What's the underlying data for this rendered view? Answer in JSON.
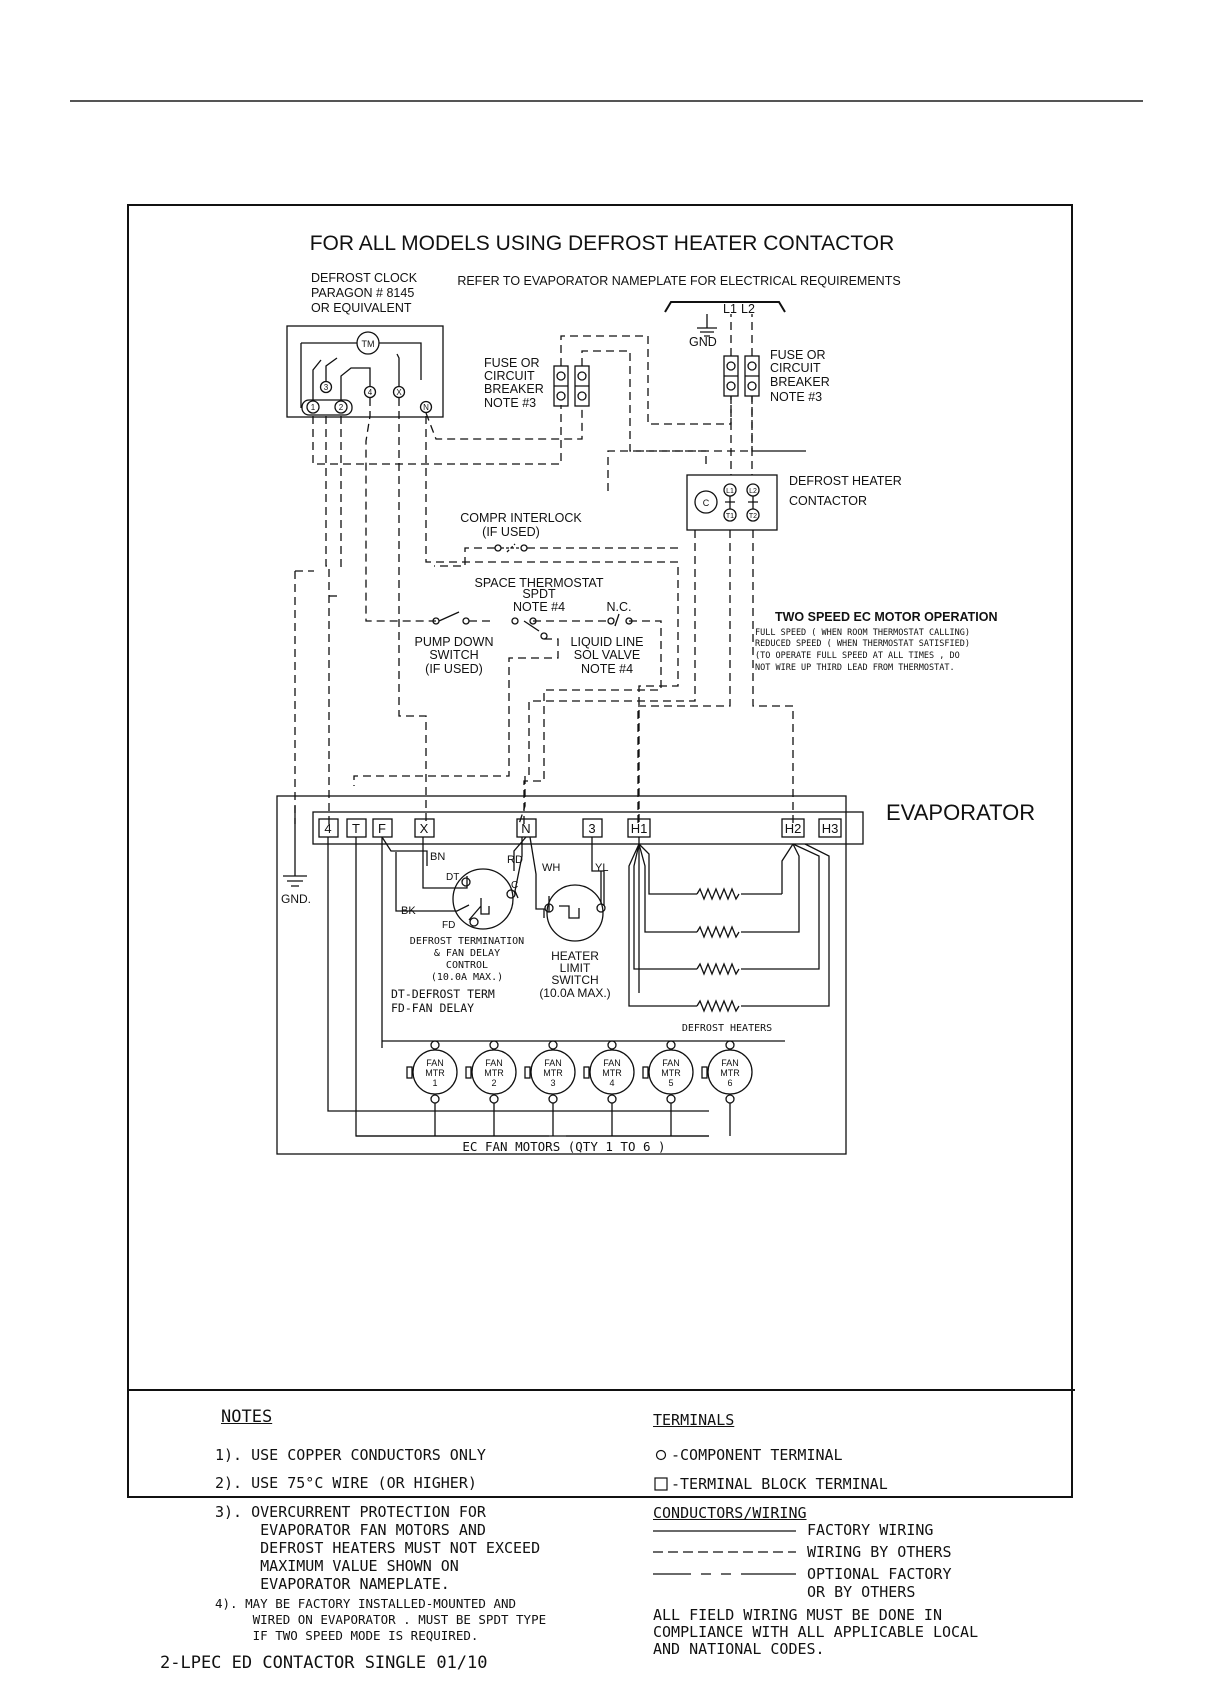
{
  "diagram": {
    "title": "FOR ALL MODELS USING DEFROST HEATER CONTACTOR",
    "subtitle": "REFER TO EVAPORATOR NAMEPLATE FOR ELECTRICAL REQUIREMENTS",
    "defrost_clock": {
      "lines": [
        "DEFROST CLOCK",
        "PARAGON # 8145",
        "OR EQUIVALENT"
      ],
      "motor": "TM",
      "terminals": [
        "1",
        "2",
        "3",
        "4",
        "X",
        "N"
      ]
    },
    "fuse_left": [
      "FUSE OR",
      "CIRCUIT",
      "BREAKER",
      "NOTE #3"
    ],
    "fuse_right": [
      "FUSE OR",
      "CIRCUIT",
      "BREAKER",
      "NOTE #3"
    ],
    "supply": {
      "l1": "L1",
      "l2": "L2",
      "gnd": "GND"
    },
    "contactor": {
      "lines": [
        "DEFROST HEATER",
        "CONTACTOR"
      ],
      "coil": "C",
      "terminals": [
        "L1",
        "L2",
        "T1",
        "T2"
      ]
    },
    "compr_interlock": [
      "COMPR INTERLOCK",
      "(IF USED)"
    ],
    "space_thermostat": [
      "SPACE THERMOSTAT",
      "SPDT",
      "NOTE #4"
    ],
    "nc_label": "N.C.",
    "pump_down": [
      "PUMP DOWN",
      "SWITCH",
      "(IF USED)"
    ],
    "liquid_line": [
      "LIQUID LINE",
      "SOL VALVE",
      "NOTE #4"
    ],
    "motor_operation": {
      "title": "TWO SPEED EC MOTOR OPERATION",
      "lines": [
        "FULL SPEED ( WHEN ROOM THERMOSTAT  CALLING)",
        "REDUCED SPEED ( WHEN THERMOSTAT SATISFIED)",
        "(TO OPERATE FULL SPEED AT ALL TIMES ,  DO",
        " NOT WIRE UP THIRD LEAD FROM THERMOSTAT."
      ]
    },
    "evaporator": {
      "label": "EVAPORATOR",
      "terminals": [
        "4",
        "T",
        "F",
        "X",
        "N",
        "3",
        "H1",
        "H2",
        "H3"
      ],
      "gnd": "GND.",
      "wire_labels": {
        "bn": "BN",
        "rd": "RD",
        "wh": "WH",
        "yl": "YL",
        "bk": "BK"
      },
      "dt": "DT",
      "fd": "FD",
      "c": "C",
      "defrost_termination": [
        "DEFROST TERMINATION",
        "& FAN DELAY",
        "CONTROL",
        "(10.0A MAX.)"
      ],
      "dt_legend": [
        "DT-DEFROST TERM",
        "FD-FAN DELAY"
      ],
      "heater_limit": [
        "HEATER",
        "LIMIT",
        "SWITCH",
        "(10.0A MAX.)"
      ],
      "defrost_heaters": "DEFROST HEATERS",
      "fan_motors": [
        {
          "a": "FAN",
          "b": "MTR",
          "n": "1"
        },
        {
          "a": "FAN",
          "b": "MTR",
          "n": "2"
        },
        {
          "a": "FAN",
          "b": "MTR",
          "n": "3"
        },
        {
          "a": "FAN",
          "b": "MTR",
          "n": "4"
        },
        {
          "a": "FAN",
          "b": "MTR",
          "n": "5"
        },
        {
          "a": "FAN",
          "b": "MTR",
          "n": "6"
        }
      ],
      "fan_motors_label": "EC FAN MOTORS (QTY 1 TO 6 )"
    }
  },
  "notes": {
    "heading": "NOTES",
    "items": [
      "1). USE COPPER CONDUCTORS ONLY",
      "2). USE 75°C WIRE (OR HIGHER)",
      "3). OVERCURRENT PROTECTION FOR\n     EVAPORATOR FAN MOTORS AND\n     DEFROST HEATERS MUST NOT EXCEED\n     MAXIMUM VALUE SHOWN ON\n     EVAPORATOR NAMEPLATE.",
      "4). MAY BE FACTORY INSTALLED-MOUNTED AND\n     WIRED ON EVAPORATOR . MUST BE SPDT TYPE\n     IF TWO SPEED MODE IS REQUIRED."
    ],
    "drawing_id": "2-LPEC ED CONTACTOR SINGLE 01/10"
  },
  "legend": {
    "terminals_heading": "TERMINALS",
    "component_terminal": "-COMPONENT TERMINAL",
    "block_terminal": "-TERMINAL BLOCK TERMINAL",
    "conductors_heading": "CONDUCTORS/WIRING",
    "factory": "FACTORY WIRING",
    "others": "WIRING BY OTHERS",
    "optional": "OPTIONAL FACTORY\nOR BY OTHERS",
    "compliance": "ALL FIELD WIRING MUST BE DONE IN\nCOMPLIANCE WITH ALL APPLICABLE LOCAL\nAND NATIONAL CODES."
  }
}
